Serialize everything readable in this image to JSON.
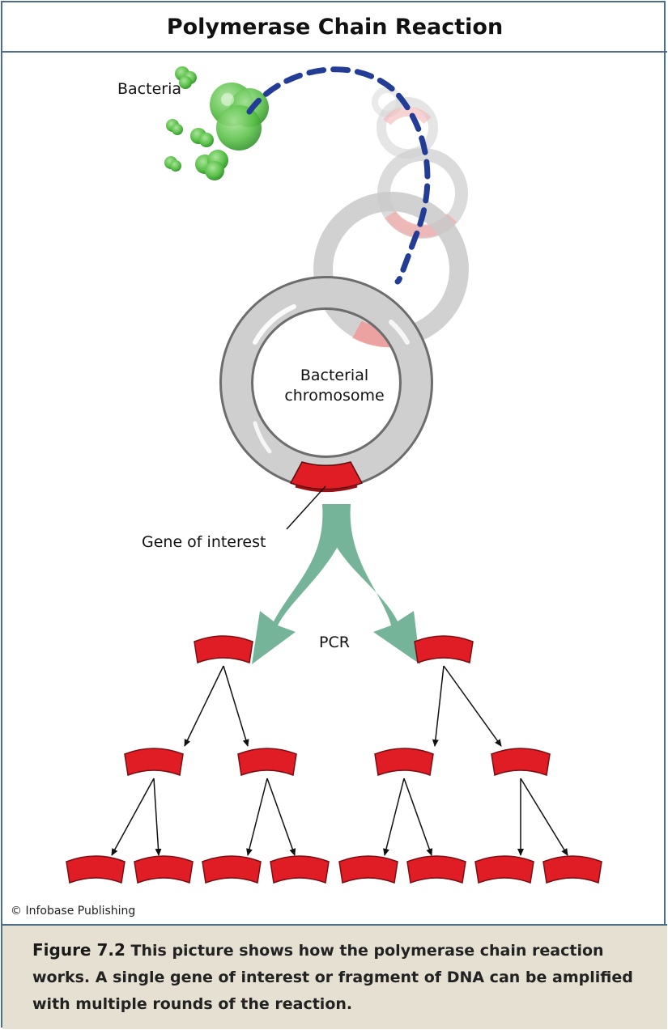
{
  "title": "Polymerase Chain Reaction",
  "labels": {
    "bacteria": "Bacteria",
    "chromosome_line1": "Bacterial",
    "chromosome_line2": "chromosome",
    "gene": "Gene of interest",
    "pcr": "PCR"
  },
  "credit": "© Infobase Publishing",
  "caption": {
    "figure_label": "Figure 7.2",
    "text": " This picture shows how the polymerase chain reaction works. A single gene of interest or fragment of DNA can be amplified with multiple rounds of the reaction."
  },
  "colors": {
    "border": "#4a6e8c",
    "gene_red": "#e01c24",
    "arrow_green": "#76b49a",
    "dash_blue": "#233d96",
    "bacteria_green": "#5cc24a",
    "caption_bg": "#e6e0d2"
  }
}
